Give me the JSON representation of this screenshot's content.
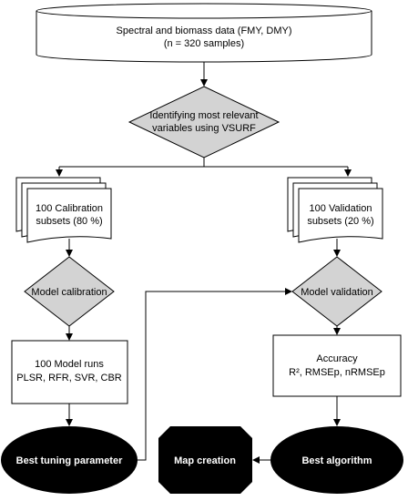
{
  "datasource": {
    "line1": "Spectral and biomass data (FMY, DMY)",
    "line2": "(n = 320 samples)"
  },
  "vsurf": {
    "line1": "Identifying most relevant",
    "line2": "variables using VSURF"
  },
  "calibration_subsets": {
    "line1": "100 Calibration",
    "line2": "subsets (80 %)"
  },
  "validation_subsets": {
    "line1": "100 Validation",
    "line2": "subsets (20 %)"
  },
  "model_calibration": "Model calibration",
  "model_validation": "Model validation",
  "model_runs": {
    "line1": "100 Model runs",
    "line2": "PLSR, RFR, SVR, CBR"
  },
  "accuracy": {
    "line1": "Accuracy",
    "line2": "R², RMSEp, nRMSEp"
  },
  "best_tuning": "Best tuning parameter",
  "map_creation": "Map creation",
  "best_algorithm": "Best algorithm",
  "colors": {
    "diamond_fill": "#d3d3d3",
    "terminal_fill": "#000000",
    "stroke": "#000000"
  }
}
